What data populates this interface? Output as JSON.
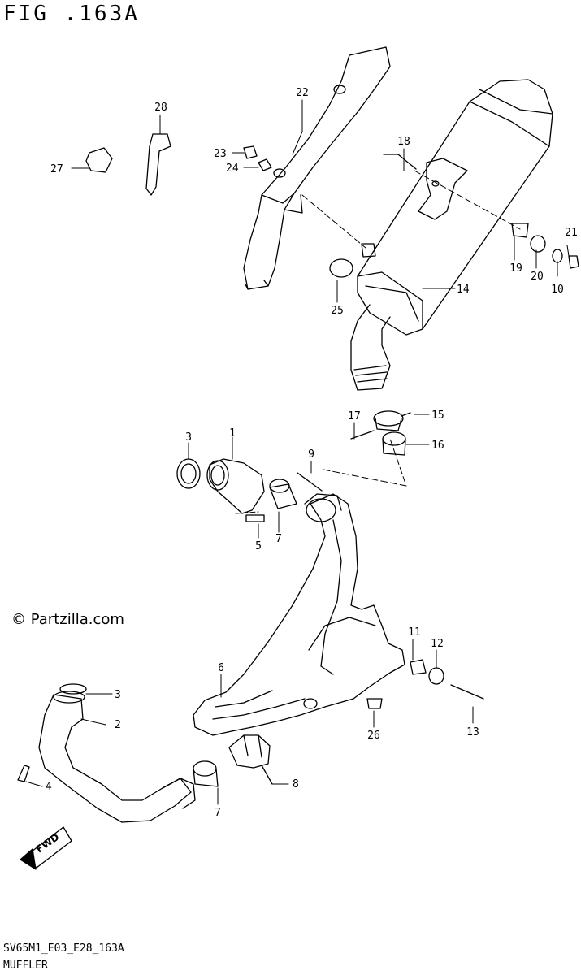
{
  "figure": {
    "title": "FIG .163A",
    "code": "SV65M1_E03_E28_163A",
    "caption": "MUFFLER",
    "watermark": "© Partzilla.com",
    "fwd_label": "FWD"
  },
  "callouts": [
    {
      "id": "c1",
      "label": "1"
    },
    {
      "id": "c2",
      "label": "2"
    },
    {
      "id": "c3a",
      "label": "3"
    },
    {
      "id": "c3b",
      "label": "3"
    },
    {
      "id": "c4",
      "label": "4"
    },
    {
      "id": "c5",
      "label": "5"
    },
    {
      "id": "c6",
      "label": "6"
    },
    {
      "id": "c7a",
      "label": "7"
    },
    {
      "id": "c7b",
      "label": "7"
    },
    {
      "id": "c8",
      "label": "8"
    },
    {
      "id": "c9",
      "label": "9"
    },
    {
      "id": "c10",
      "label": "10"
    },
    {
      "id": "c11",
      "label": "11"
    },
    {
      "id": "c12",
      "label": "12"
    },
    {
      "id": "c13",
      "label": "13"
    },
    {
      "id": "c14",
      "label": "14"
    },
    {
      "id": "c15",
      "label": "15"
    },
    {
      "id": "c16",
      "label": "16"
    },
    {
      "id": "c17",
      "label": "17"
    },
    {
      "id": "c18",
      "label": "18"
    },
    {
      "id": "c19",
      "label": "19"
    },
    {
      "id": "c20",
      "label": "20"
    },
    {
      "id": "c21",
      "label": "21"
    },
    {
      "id": "c22",
      "label": "22"
    },
    {
      "id": "c23",
      "label": "23"
    },
    {
      "id": "c24",
      "label": "24"
    },
    {
      "id": "c25",
      "label": "25"
    },
    {
      "id": "c26",
      "label": "26"
    },
    {
      "id": "c27",
      "label": "27"
    },
    {
      "id": "c28",
      "label": "28"
    }
  ]
}
